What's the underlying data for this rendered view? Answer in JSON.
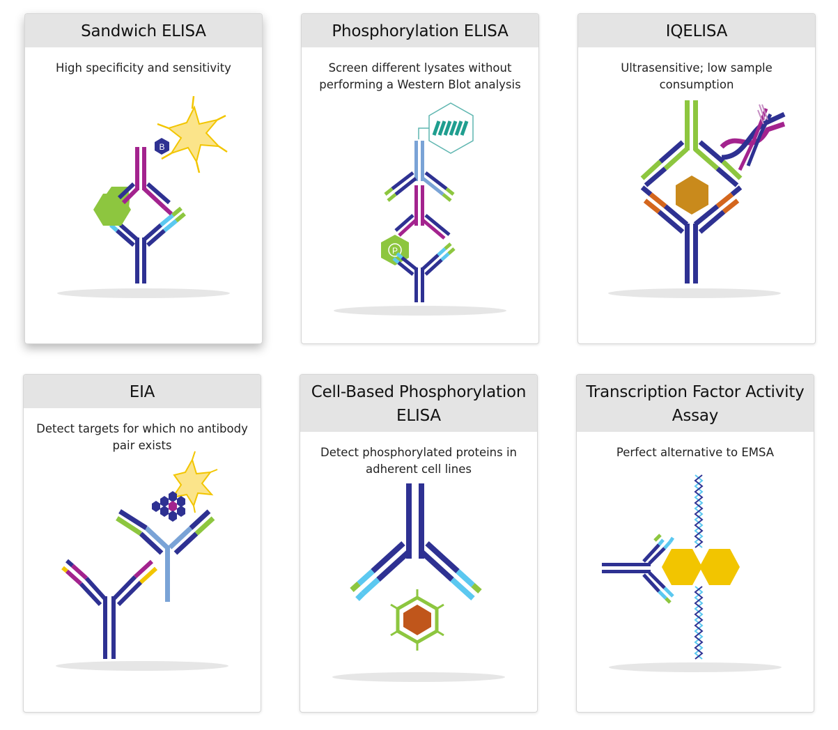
{
  "cards": [
    {
      "title": "Sandwich ELISA",
      "description": "High specificity and sensitivity"
    },
    {
      "title": "Phosphorylation ELISA",
      "description": "Screen different lysates without performing a Western Blot analysis"
    },
    {
      "title": "IQELISA",
      "description": "Ultrasensitive; low sample consumption"
    },
    {
      "title": "EIA",
      "description": "Detect targets for which no antibody pair exists"
    },
    {
      "title": "Cell-Based Phosphorylation ELISA",
      "description": "Detect phosphorylated proteins in adherent cell lines"
    },
    {
      "title": "Transcription Factor Activity Assay",
      "description": "Perfect alternative to EMSA"
    }
  ],
  "icons": {
    "biotin_label": "B",
    "phospho_label": "P"
  },
  "colors": {
    "navy": "#2e3192",
    "magenta": "#a3238e",
    "lime": "#8dc63f",
    "sky": "#5bc8f0",
    "steel": "#7aa3d6",
    "yellow": "#f2c500",
    "orange": "#d4661d",
    "teal": "#5fb6b0"
  }
}
